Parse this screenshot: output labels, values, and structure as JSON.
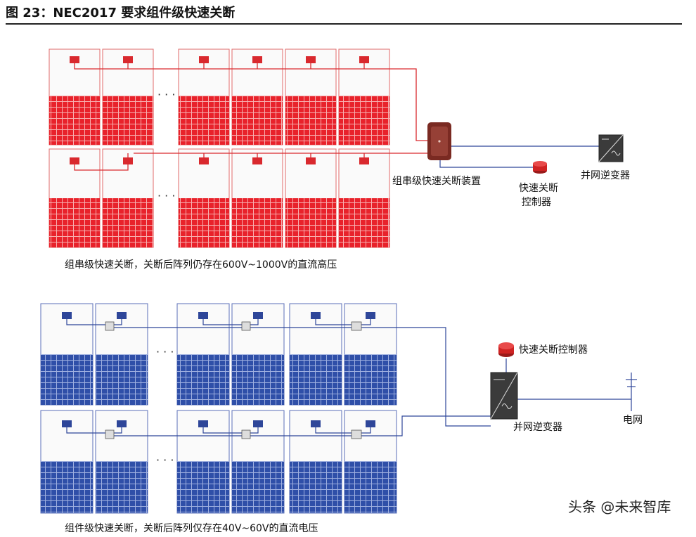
{
  "figure_title": "图 23：NEC2017 要求组件级快速关断",
  "top": {
    "device_label": "组串级快速关断装置",
    "inverter_label": "并网逆变器",
    "controller_label_line1": "快速关断",
    "controller_label_line2": "控制器",
    "caption": "组串级快速关断，关断后阵列仍存在600V~1000V的直流高压",
    "ellipsis": "· · ·"
  },
  "bottom": {
    "controller_label": "快速关断控制器",
    "inverter_label": "并网逆变器",
    "grid_label": "电网",
    "caption": "组件级快速关断，关断后阵列仅存在40V~60V的直流电压",
    "ellipsis": "· · ·"
  },
  "watermark": "头条 @未来智库",
  "colors": {
    "red_module": "#e8222b",
    "red_frame": "#e06a6a",
    "blue_module": "#2f4fa8",
    "blue_frame": "#5b6fb8",
    "wire_red": "#d9292e",
    "wire_blue": "#2e4699",
    "device_brown": "#7a2a22"
  }
}
